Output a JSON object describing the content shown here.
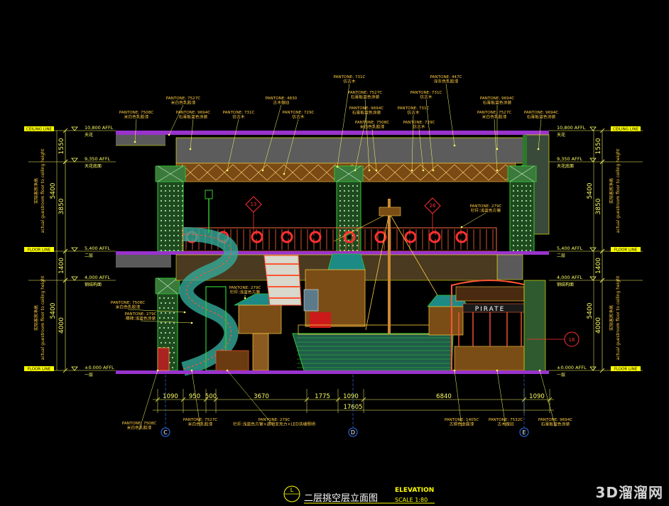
{
  "drawing": {
    "title_cn": "二层挑空层立面图",
    "title_en": "ELEVATION",
    "scale": "SCALE 1:80",
    "section_letter": "L"
  },
  "levels": {
    "ceiling_top": "10,800 AFFL",
    "ceiling_low": "9,350 AFFL",
    "floor_2": "5,400 AFFL",
    "floor_mid": "4,000 AFFL",
    "floor_1": "±0.000 AFFL",
    "tag_ceiling": "CEILING LINE",
    "tag_floor": "FLOOR LINE",
    "cn_ceiling": "天花",
    "cn_floor_2": "二层",
    "cn_floor_1": "一层",
    "cn_mid": "钢结构面",
    "cn_low": "天花底面"
  },
  "vertical_dims": {
    "left": [
      "1550",
      "5400",
      "3850",
      "1400",
      "5400",
      "4000"
    ],
    "note_en": "actual guestroom floor to ceiling height",
    "note_cn": "实际客房净高",
    "right": [
      "1550",
      "5400",
      "3850",
      "1400",
      "5400",
      "4000"
    ]
  },
  "horizontal_dims": {
    "segments": [
      "1090",
      "950",
      "500",
      "3670",
      "1775",
      "1090",
      "6840",
      "1090"
    ],
    "total": "17605"
  },
  "axes": [
    "C",
    "D",
    "E"
  ],
  "callouts_top": [
    {
      "code": "PANTONE: 7508C",
      "cn": "米白色乳胶漆"
    },
    {
      "code": "PANTONE: 7527C",
      "cn": "米白色乳胶漆"
    },
    {
      "code": "PANTONE: 9694C",
      "cn": "石膏板蓝色涂装"
    },
    {
      "code": "PANTONE: 731C",
      "cn": "仿古木"
    },
    {
      "code": "PANTONE: 4830",
      "cn": "古木做旧"
    },
    {
      "code": "PANTONE: 729C",
      "cn": "仿古木"
    },
    {
      "code": "PANTONE: 731C",
      "cn": "仿古木"
    },
    {
      "code": "PANTONE: 7527C",
      "cn": "石膏板蓝色涂装"
    },
    {
      "code": "PANTONE: 9694C",
      "cn": "石膏板蓝色涂装"
    },
    {
      "code": "PANTONE: 7508C",
      "cn": "米白色乳胶漆"
    },
    {
      "code": "PANTONE: 447C",
      "cn": "深灰色乳胶漆"
    },
    {
      "code": "PANTONE: 731C",
      "cn": "仿古木"
    },
    {
      "code": "PANTONE: 731C",
      "cn": "仿古木"
    },
    {
      "code": "PANTONE: 729C",
      "cn": "仿古木"
    },
    {
      "code": "PANTONE: 9694C",
      "cn": "石膏板蓝色涂装"
    },
    {
      "code": "PANTONE: 7527C",
      "cn": "米白色乳胶漆"
    },
    {
      "code": "PANTONE: 9694C",
      "cn": "石膏板蓝色涂装"
    }
  ],
  "callouts_mid": [
    {
      "code": "PANTONE: 279C",
      "cn": "栏杆:浅蓝色方管"
    },
    {
      "code": "PANTONE: 279C",
      "cn": "栏杆:浅蓝色方管"
    },
    {
      "code": "PANTONE: 7508C",
      "cn": "米白色乳胶漆"
    },
    {
      "code": "PANTONE: 279C",
      "cn": "楼梯:浅蓝色涂装"
    }
  ],
  "callouts_bottom": [
    {
      "code": "PANTONE: 7508C",
      "cn": "米白色乳胶漆"
    },
    {
      "code": "PANTONE: 7527C",
      "cn": "米白色乳胶漆"
    },
    {
      "code": "PANTONE: 279C",
      "cn": "栏杆:浅蓝色方管+透明亚克力+LED洗墙照明"
    },
    {
      "code": "PANTONE: 1405C",
      "cn": "古铜色金属漆"
    },
    {
      "code": "PANTONE: 7532C",
      "cn": "古木做旧"
    },
    {
      "code": "PANTONE: 9694C",
      "cn": "石膏板蓝色涂装"
    }
  ],
  "ship_sign": "PIRATE",
  "detail_tags": [
    "13",
    "26",
    "16"
  ],
  "watermark": "3D溜溜网",
  "colors": {
    "line": "#ffff00",
    "dim": "#ffff66",
    "note": "#ffcc44",
    "green": "#33cc33",
    "pillar": "#44aa44",
    "rail": "#ff5533",
    "ceiling": "#5d5d5d",
    "slab": "#9933cc",
    "tag_red": "#ff3030",
    "blue": "#3377ff"
  }
}
